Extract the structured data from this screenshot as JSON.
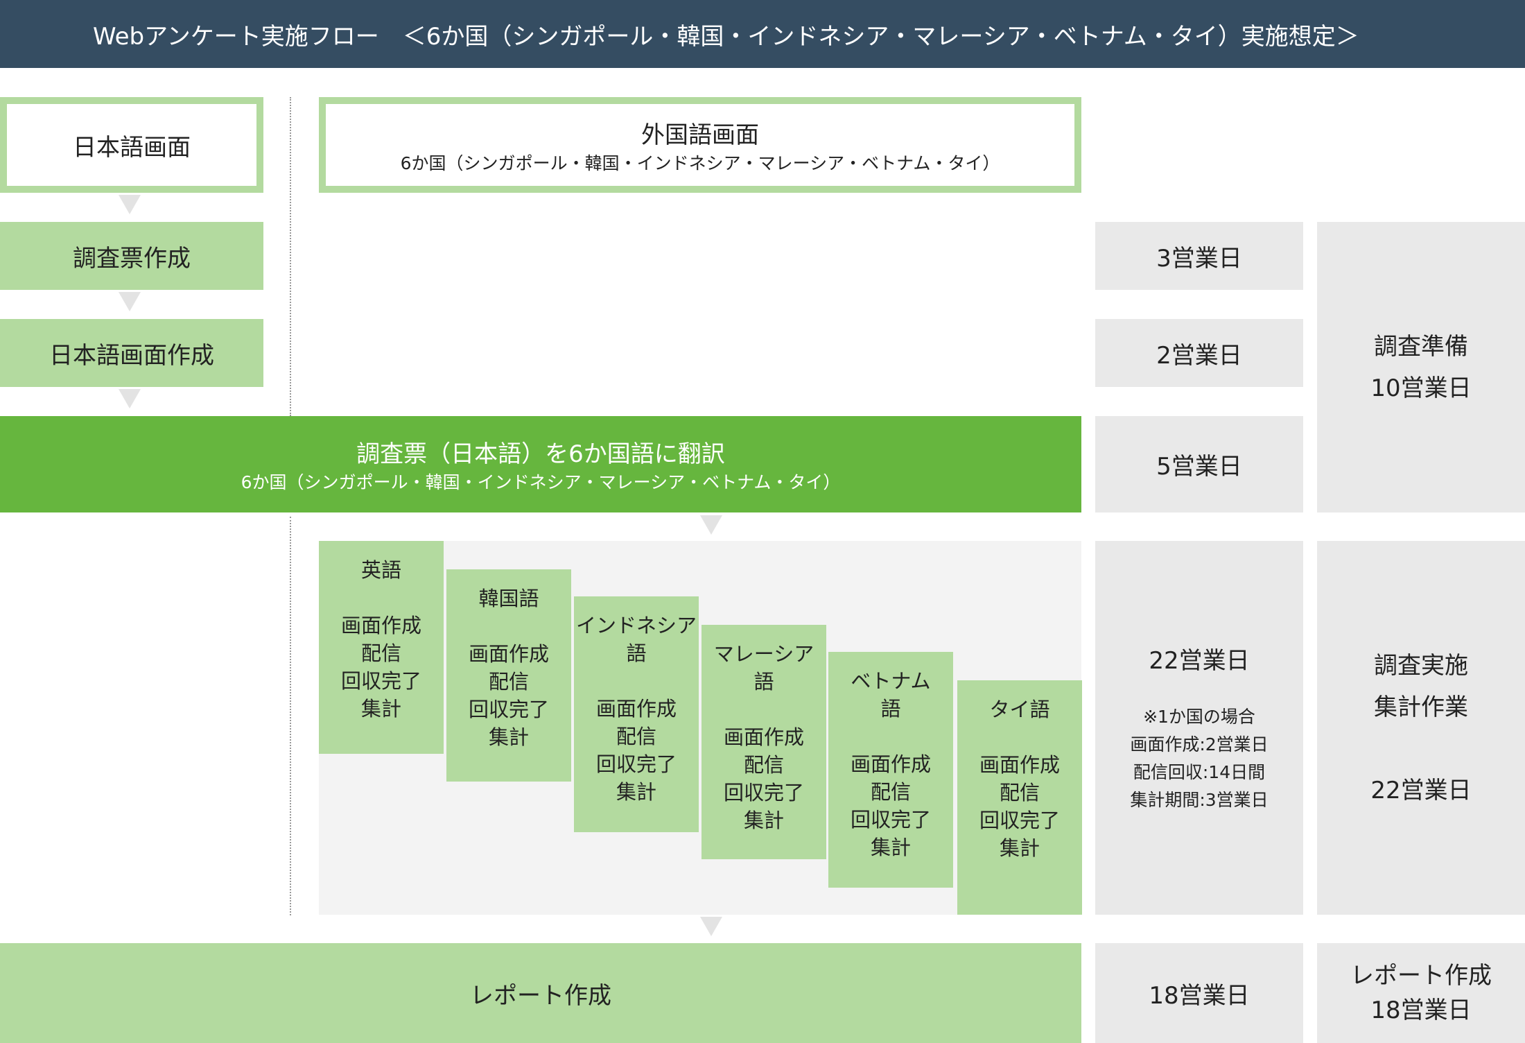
{
  "header": {
    "title": "Webアンケート実施フロー　＜6か国（シンガポール・韓国・インドネシア・マレーシア・ベトナム・タイ）実施想定＞"
  },
  "japanese_screen": {
    "label": "日本語画面"
  },
  "foreign_screen": {
    "label": "外国語画面",
    "countries": "6か国（シンガポール・韓国・インドネシア・マレーシア・ベトナム・タイ）"
  },
  "steps": {
    "questionnaire": "調査票作成",
    "jp_screen": "日本語画面作成",
    "translation": "調査票（日本語）を6か国語に翻訳",
    "translation_sub": "6か国（シンガポール・韓国・インドネシア・マレーシア・ベトナム・タイ）",
    "report": "レポート作成"
  },
  "languages": [
    {
      "name": [
        "英語"
      ]
    },
    {
      "name": [
        "韓国語"
      ]
    },
    {
      "name": [
        "インドネシア",
        "語"
      ]
    },
    {
      "name": [
        "マレーシア",
        "語"
      ]
    },
    {
      "name": [
        "ベトナム",
        "語"
      ]
    },
    {
      "name": [
        "タイ語"
      ]
    }
  ],
  "lang_tasks": [
    "画面作成",
    "配信",
    "回収完了",
    "集計"
  ],
  "days": {
    "questionnaire": "3営業日",
    "jp_screen": "2営業日",
    "translation": "5営業日",
    "survey": "22営業日",
    "note": [
      "※1か国の場合",
      "画面作成:2営業日",
      "配信回収:14日間",
      "集計期間:3営業日"
    ],
    "report": "18営業日"
  },
  "phases": {
    "prep": "調査準備",
    "prep_days": "10営業日",
    "survey": "調査実施",
    "survey2": "集計作業",
    "survey_days": "22営業日",
    "report": "レポート作成",
    "report_days": "18営業日"
  },
  "colors": {
    "header": "#354d62",
    "light_green": "#b3da9f",
    "green": "#66b63e",
    "gray": "#e9e9e9"
  }
}
